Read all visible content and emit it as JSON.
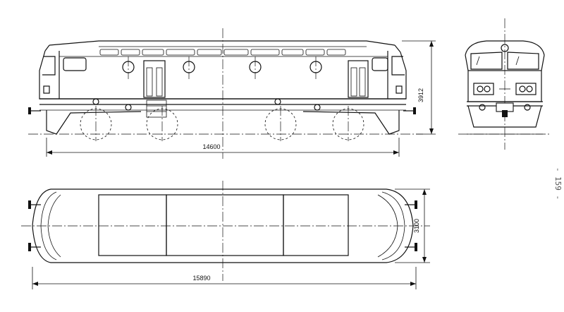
{
  "dimensions": {
    "side_length": "14600",
    "side_height": "3912",
    "top_length": "15890",
    "top_width": "3100"
  },
  "page_number": "- 159 -",
  "colors": {
    "ink": "#111111",
    "paper": "#ffffff"
  }
}
